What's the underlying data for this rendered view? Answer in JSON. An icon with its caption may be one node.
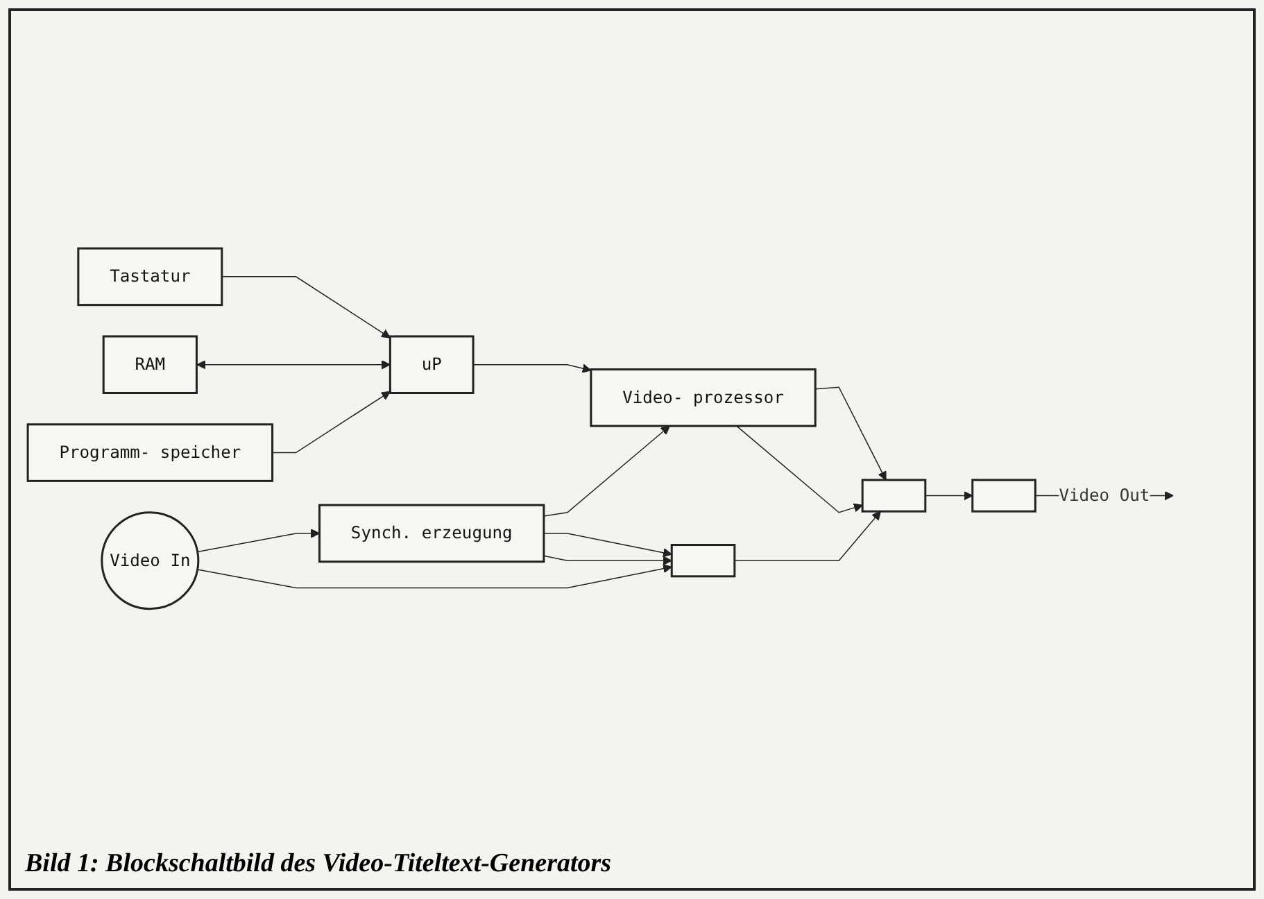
{
  "diagram": {
    "caption": "Bild 1: Blockschaltbild des Video-Titeltext-Generators",
    "nodes": [
      {
        "text": [
          "Tastatur"
        ]
      },
      {
        "text": [
          "RAM"
        ]
      },
      {
        "text": [
          "uP"
        ]
      },
      {
        "text": [
          "Video- prozessor"
        ]
      },
      {
        "text": [],
        "shape": "box"
      },
      {
        "text": [],
        "shape": "box"
      },
      {
        "text": [
          "Programm- speicher"
        ]
      },
      {
        "text": [
          "Video In"
        ]
      },
      {
        "text": [
          "Synch. erzeugung"
        ]
      },
      {
        "text": [],
        "shape": "box"
      }
    ],
    "edges": [
      {
        "from": 0,
        "to": 2,
        "arrow": "to"
      },
      {
        "from": 1,
        "to": 2,
        "arrow": "both"
      },
      {
        "from": 6,
        "to": 2,
        "arrow": "to"
      },
      {
        "from": 2,
        "to": 3,
        "arrow": "to"
      },
      {
        "from": 3,
        "to": 4,
        "arrow": "to"
      },
      {
        "from": 3,
        "to": 4,
        "arrow": "to"
      },
      {
        "from": 4,
        "to": 5,
        "arrow": "to"
      },
      {
        "from": 5,
        "to": null,
        "arrow": "to",
        "label": "Video Out"
      },
      {
        "from": 7,
        "to": 8,
        "arrow": "to"
      },
      {
        "from": 7,
        "to": 9,
        "arrow": "to"
      },
      {
        "from": 8,
        "to": 3,
        "arrow": "to"
      },
      {
        "from": 8,
        "to": 9,
        "arrow": "to"
      },
      {
        "from": 8,
        "to": 9,
        "arrow": "to"
      },
      {
        "from": 9,
        "to": 4,
        "arrow": "to"
      }
    ]
  }
}
